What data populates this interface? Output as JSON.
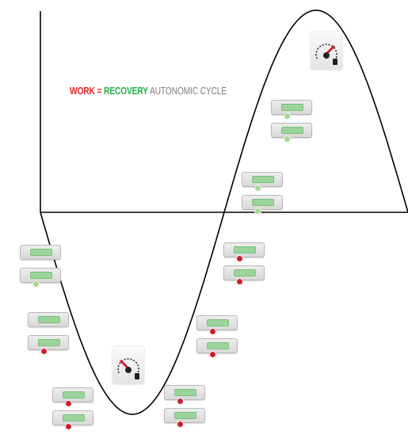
{
  "title": {
    "work": "WORK",
    "sep": " = ",
    "recovery": "RECOVERY",
    "rest": " AUTONOMIC CYCLE"
  },
  "colors": {
    "work": "#e32828",
    "recovery": "#21b04b",
    "axis": "#000000",
    "switch_fill": "#9bd49a",
    "indicator_red": "#d01e2e",
    "indicator_green": "#a6d88f"
  },
  "gauges": [
    {
      "name": "low-energy-gauge",
      "level": "low",
      "needle_color": "#d01e2e"
    },
    {
      "name": "high-energy-gauge",
      "level": "high",
      "needle_color": "#d01e2e"
    }
  ],
  "cards": [
    {
      "label": "",
      "indicator": "red"
    },
    {
      "label": "",
      "indicator": "red"
    },
    {
      "label": "",
      "indicator": "red"
    },
    {
      "label": "",
      "indicator": "red"
    },
    {
      "label": "",
      "indicator": "red"
    },
    {
      "label": "",
      "indicator": "red"
    },
    {
      "label": "",
      "indicator": "red"
    },
    {
      "label": "",
      "indicator": "red"
    },
    {
      "label": "",
      "indicator": "red"
    },
    {
      "label": "",
      "indicator": "green"
    },
    {
      "label": "",
      "indicator": "green"
    },
    {
      "label": "",
      "indicator": "green"
    }
  ]
}
